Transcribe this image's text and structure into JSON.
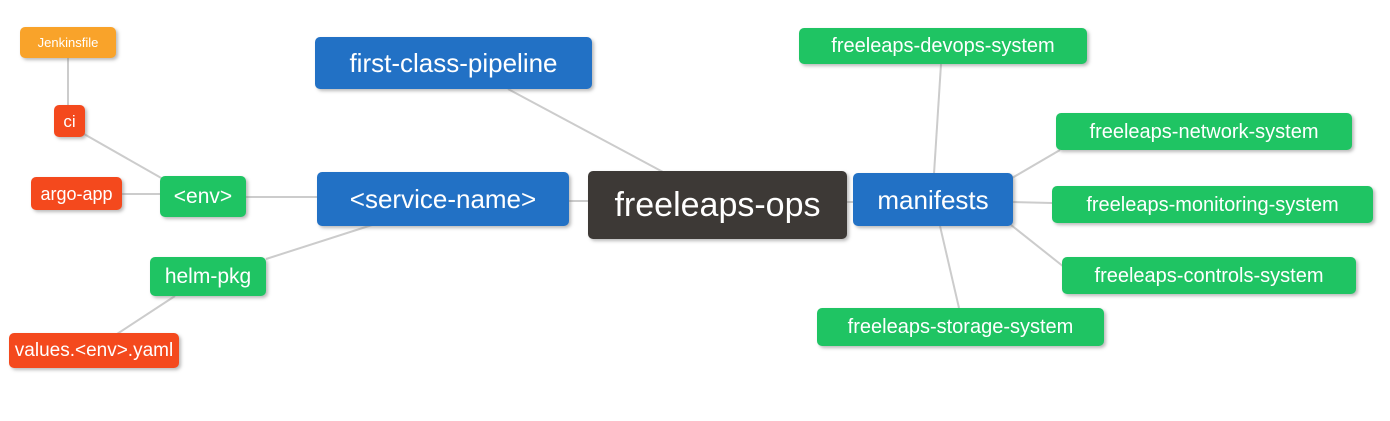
{
  "diagram": {
    "type": "mindmap",
    "root_label": "freeleaps-ops"
  },
  "colors": {
    "canvas_bg": "#ffffff",
    "text": "#ffffff",
    "edge": "#cccccc",
    "root_bg": "#3d3936",
    "branch_blue_bg": "#2271c5",
    "node_green_bg": "#1fc463",
    "node_red_bg": "#f4491d",
    "node_orange_bg": "#f9a32a"
  },
  "nodes": {
    "root": {
      "label": "freeleaps-ops",
      "parent": null
    },
    "first_class_pipeline": {
      "label": "first-class-pipeline",
      "parent": "root"
    },
    "service_name": {
      "label": "<service-name>",
      "parent": "root"
    },
    "manifests": {
      "label": "manifests",
      "parent": "root"
    },
    "env": {
      "label": "<env>",
      "parent": "service_name"
    },
    "helm_pkg": {
      "label": "helm-pkg",
      "parent": "service_name"
    },
    "ci": {
      "label": "ci",
      "parent": "env"
    },
    "argo_app": {
      "label": "argo-app",
      "parent": "env"
    },
    "jenkinsfile": {
      "label": "Jenkinsfile",
      "parent": "ci"
    },
    "values_env_yaml": {
      "label": "values.<env>.yaml",
      "parent": "helm_pkg"
    },
    "devops_system": {
      "label": "freeleaps-devops-system",
      "parent": "manifests"
    },
    "network_system": {
      "label": "freeleaps-network-system",
      "parent": "manifests"
    },
    "monitoring_system": {
      "label": "freeleaps-monitoring-system",
      "parent": "manifests"
    },
    "controls_system": {
      "label": "freeleaps-controls-system",
      "parent": "manifests"
    },
    "storage_system": {
      "label": "freeleaps-storage-system",
      "parent": "manifests"
    }
  },
  "edges": [
    {
      "from": "jenkinsfile",
      "to": "ci"
    },
    {
      "from": "ci",
      "to": "env"
    },
    {
      "from": "argo_app",
      "to": "env"
    },
    {
      "from": "env",
      "to": "service_name"
    },
    {
      "from": "values_env_yaml",
      "to": "helm_pkg"
    },
    {
      "from": "helm_pkg",
      "to": "service_name"
    },
    {
      "from": "service_name",
      "to": "root"
    },
    {
      "from": "first_class_pipeline",
      "to": "root"
    },
    {
      "from": "root",
      "to": "manifests"
    },
    {
      "from": "devops_system",
      "to": "manifests"
    },
    {
      "from": "network_system",
      "to": "manifests"
    },
    {
      "from": "monitoring_system",
      "to": "manifests"
    },
    {
      "from": "controls_system",
      "to": "manifests"
    },
    {
      "from": "storage_system",
      "to": "manifests"
    }
  ]
}
